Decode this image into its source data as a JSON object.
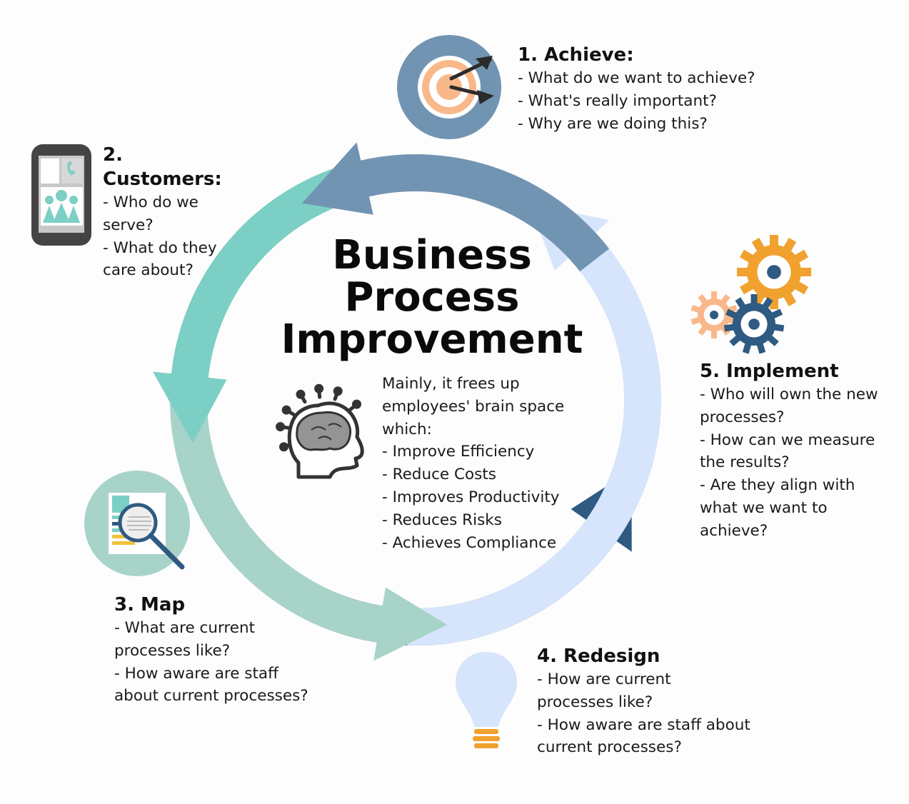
{
  "title": [
    "Business",
    "Process",
    "Improvement"
  ],
  "intro": [
    "Mainly, it frees up",
    "employees' brain space",
    "which:"
  ],
  "benefits": [
    "- Improve Efficiency",
    "- Reduce Costs",
    "- Improves Productivity",
    "- Reduces Risks",
    "- Achieves Compliance"
  ],
  "steps": [
    {
      "title": "1. Achieve:",
      "lines": [
        "- What do we want to achieve?",
        "- What's really important?",
        "- Why are we doing this?"
      ]
    },
    {
      "title": "2. Customers:",
      "lines": [
        "- Who do we",
        "serve?",
        "- What do they",
        "care about?"
      ]
    },
    {
      "title": "3. Map",
      "lines": [
        "- What are current",
        "processes like?",
        "- How aware are staff",
        "about current processes?"
      ]
    },
    {
      "title": "4. Redesign",
      "lines": [
        "- How are current",
        "processes like?",
        "- How aware are staff about",
        "current processes?"
      ]
    },
    {
      "title": "5. Implement",
      "lines": [
        "- Who will own the new",
        "processes?",
        "- How can we measure",
        "the results?",
        "- Are they align with",
        "what we want to",
        "achieve?"
      ]
    }
  ],
  "icons": {
    "achieve": "target-icon",
    "customers": "tablet-people-icon",
    "map": "document-magnifier-icon",
    "redesign": "lightbulb-icon",
    "implement": "gears-icon",
    "center": "head-brain-icon"
  },
  "colors": {
    "achieve": "#7294b3",
    "customers": "#7ccfc5",
    "map": "#a8d3c9",
    "redesign": "#d6e5fc",
    "implement": "#2f5a81",
    "accent_orange": "#f0a12e",
    "accent_peach": "#f9b88a",
    "text": "#1a1a1a"
  }
}
